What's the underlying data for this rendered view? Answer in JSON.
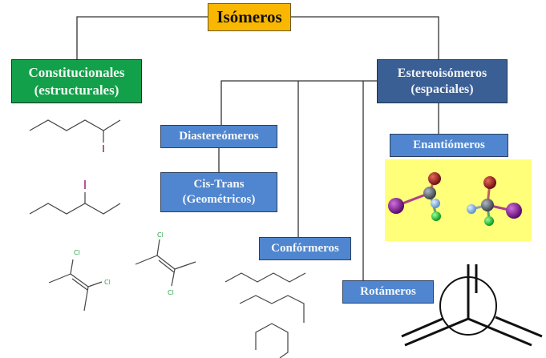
{
  "diagram": {
    "root": {
      "label": "Isómeros"
    },
    "constitutional": {
      "line1": "Constitucionales",
      "line2": "(estructurales)"
    },
    "stereo": {
      "line1": "Estereoisómeros",
      "line2": "(espaciales)"
    },
    "diastereomers": {
      "label": "Diastereómeros"
    },
    "cistrans": {
      "line1": "Cis-Trans",
      "line2": "(Geométricos)"
    },
    "conformers": {
      "label": "Confórmeros"
    },
    "rotamers": {
      "label": "Rotámeros"
    },
    "enantiomers": {
      "label": "Enantiómeros"
    },
    "atom_labels": {
      "iodine": "I",
      "chlorine": "Cl"
    }
  },
  "colors": {
    "root": "#f9b700",
    "constitutional": "#12a14a",
    "stereo": "#3a5f94",
    "category": "#4f86cf",
    "enantiomer_panel": "#ffff7a",
    "iodine": "#a0307a",
    "chlorine": "#2aa84a"
  }
}
